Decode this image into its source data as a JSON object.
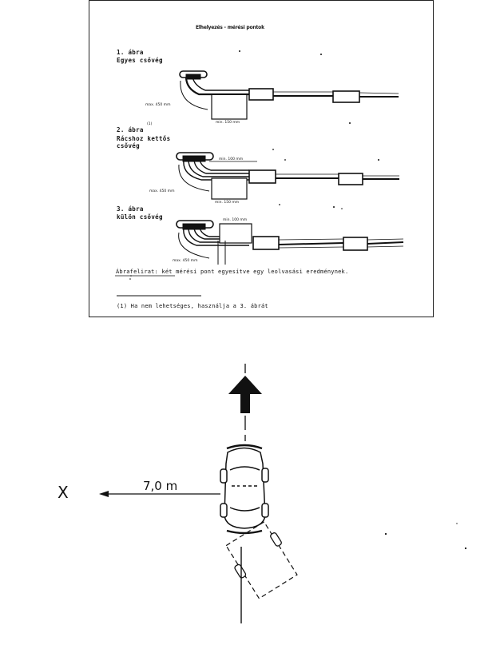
{
  "scan": {
    "title": "Elhelyezés - mérési pontok",
    "fig1": {
      "number": "1. ábra",
      "name": "Egyes csővég",
      "dim_a": "max. 450 mm",
      "dim_b": "min. 150 mm"
    },
    "fig2": {
      "number": "2. ábra",
      "footnote_mark": "(1)",
      "name_1": "Rácshoz kettős",
      "name_2": "csővég",
      "dim_a": "min. 100 mm",
      "dim_b": "max. 450 mm",
      "dim_c": "min. 150 mm"
    },
    "fig3": {
      "number": "3. ábra",
      "name": "külön csővég",
      "dim_a": "min. 100 mm",
      "dim_b": "max. 450 mm"
    },
    "caption_label": "Ábrafelirat:",
    "caption_text": "két mérési pont egyesítve egy leolvasási eredménynek.",
    "footnote": "(1) Ha nem lehetséges, használja a 3. ábrát"
  },
  "diagram": {
    "x_label": "X",
    "distance_label": "7,0 m"
  },
  "colors": {
    "ink": "#111111",
    "paper": "#ffffff"
  },
  "icons": [
    "arrow-up-icon",
    "arrow-left-icon",
    "car-icon",
    "car-outline-icon"
  ]
}
